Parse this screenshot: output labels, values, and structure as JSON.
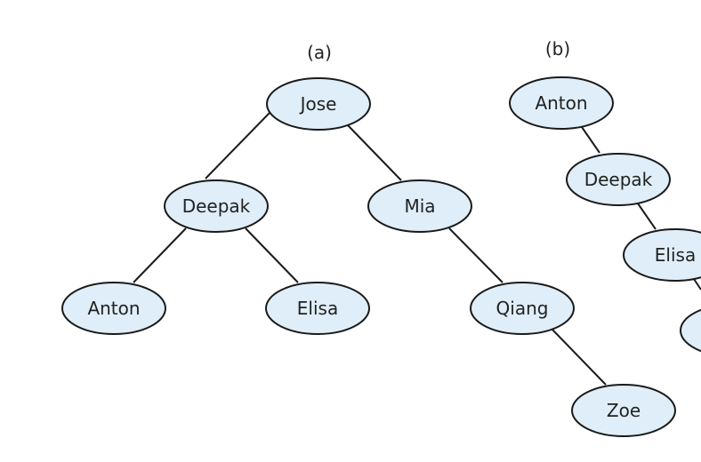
{
  "panels": {
    "a": {
      "label": "(a)",
      "nodes": {
        "root": "Jose",
        "left": "Deepak",
        "right": "Mia",
        "left_left": "Anton",
        "left_right": "Elisa",
        "right_right": "Qiang",
        "right_right_right": "Zoe"
      }
    },
    "b": {
      "label": "(b)",
      "nodes": {
        "n1": "Anton",
        "n2": "Deepak",
        "n3": "Elisa"
      }
    }
  },
  "colors": {
    "node_fill": "#dfeef8",
    "stroke": "#1a1a1a",
    "text": "#222222"
  }
}
